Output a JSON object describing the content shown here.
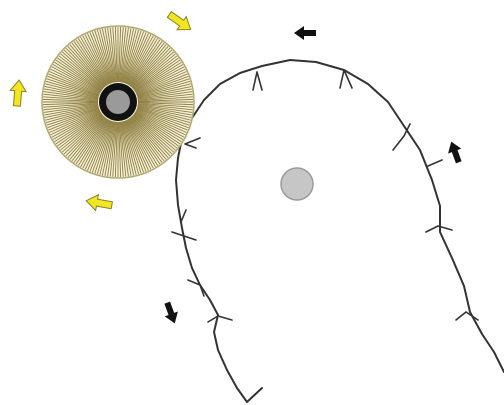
{
  "diagram": {
    "elements": {
      "brush": {
        "icon": "radial-brush-roller",
        "bristle_color": "#8a7a3a",
        "ring_color": "#b0a870",
        "hub_color": "#111111",
        "center_color": "#9a9a9a"
      },
      "workpiece": {
        "icon": "jagged-looped-wire",
        "stroke_color": "#333333"
      },
      "center_pivot": {
        "icon": "gray-circle",
        "color": "#c6c6c6",
        "stroke_color": "#9a9a9a"
      }
    },
    "arrows": {
      "brush_rotation": {
        "icon": "curved-arrow",
        "color": "#f2e524",
        "outline_color": "#8a8320",
        "count": 3
      },
      "workpiece_motion": {
        "icon": "straight-arrow",
        "color": "#111111",
        "count": 3
      }
    }
  }
}
